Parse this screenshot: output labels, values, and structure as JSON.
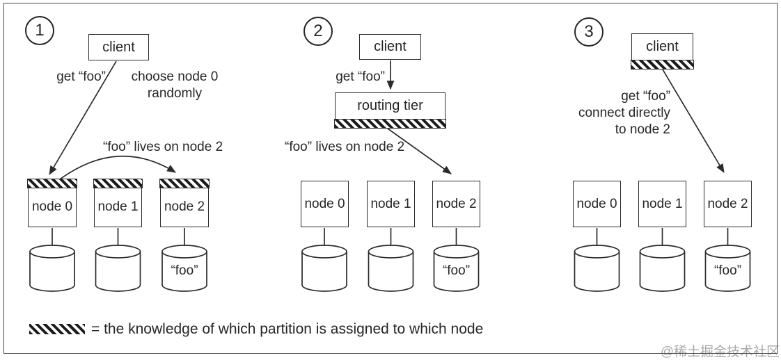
{
  "panels": [
    {
      "number": "1",
      "client": "client",
      "request": "get “foo”",
      "note_line1": "choose node 0",
      "note_line2": "randomly",
      "arc_label": "“foo” lives on node 2",
      "nodes": [
        "node 0",
        "node 1",
        "node 2"
      ],
      "data_item": "“foo”"
    },
    {
      "number": "2",
      "client": "client",
      "request": "get “foo”",
      "router": "routing tier",
      "route_label": "“foo” lives on node 2",
      "nodes": [
        "node 0",
        "node 1",
        "node 2"
      ],
      "data_item": "“foo”"
    },
    {
      "number": "3",
      "client": "client",
      "request_line1": "get “foo”",
      "request_line2": "connect directly",
      "request_line3": "to node 2",
      "nodes": [
        "node 0",
        "node 1",
        "node 2"
      ],
      "data_item": "“foo”"
    }
  ],
  "legend": {
    "swatch": "hatched-bar",
    "text": "= the knowledge of which partition is assigned to which node"
  },
  "watermark": "@稀土掘金技术社区",
  "colors": {
    "ink": "#2b2b2b",
    "frame": "#4a4a4a",
    "watermark_gray": "#a9a9a9"
  }
}
